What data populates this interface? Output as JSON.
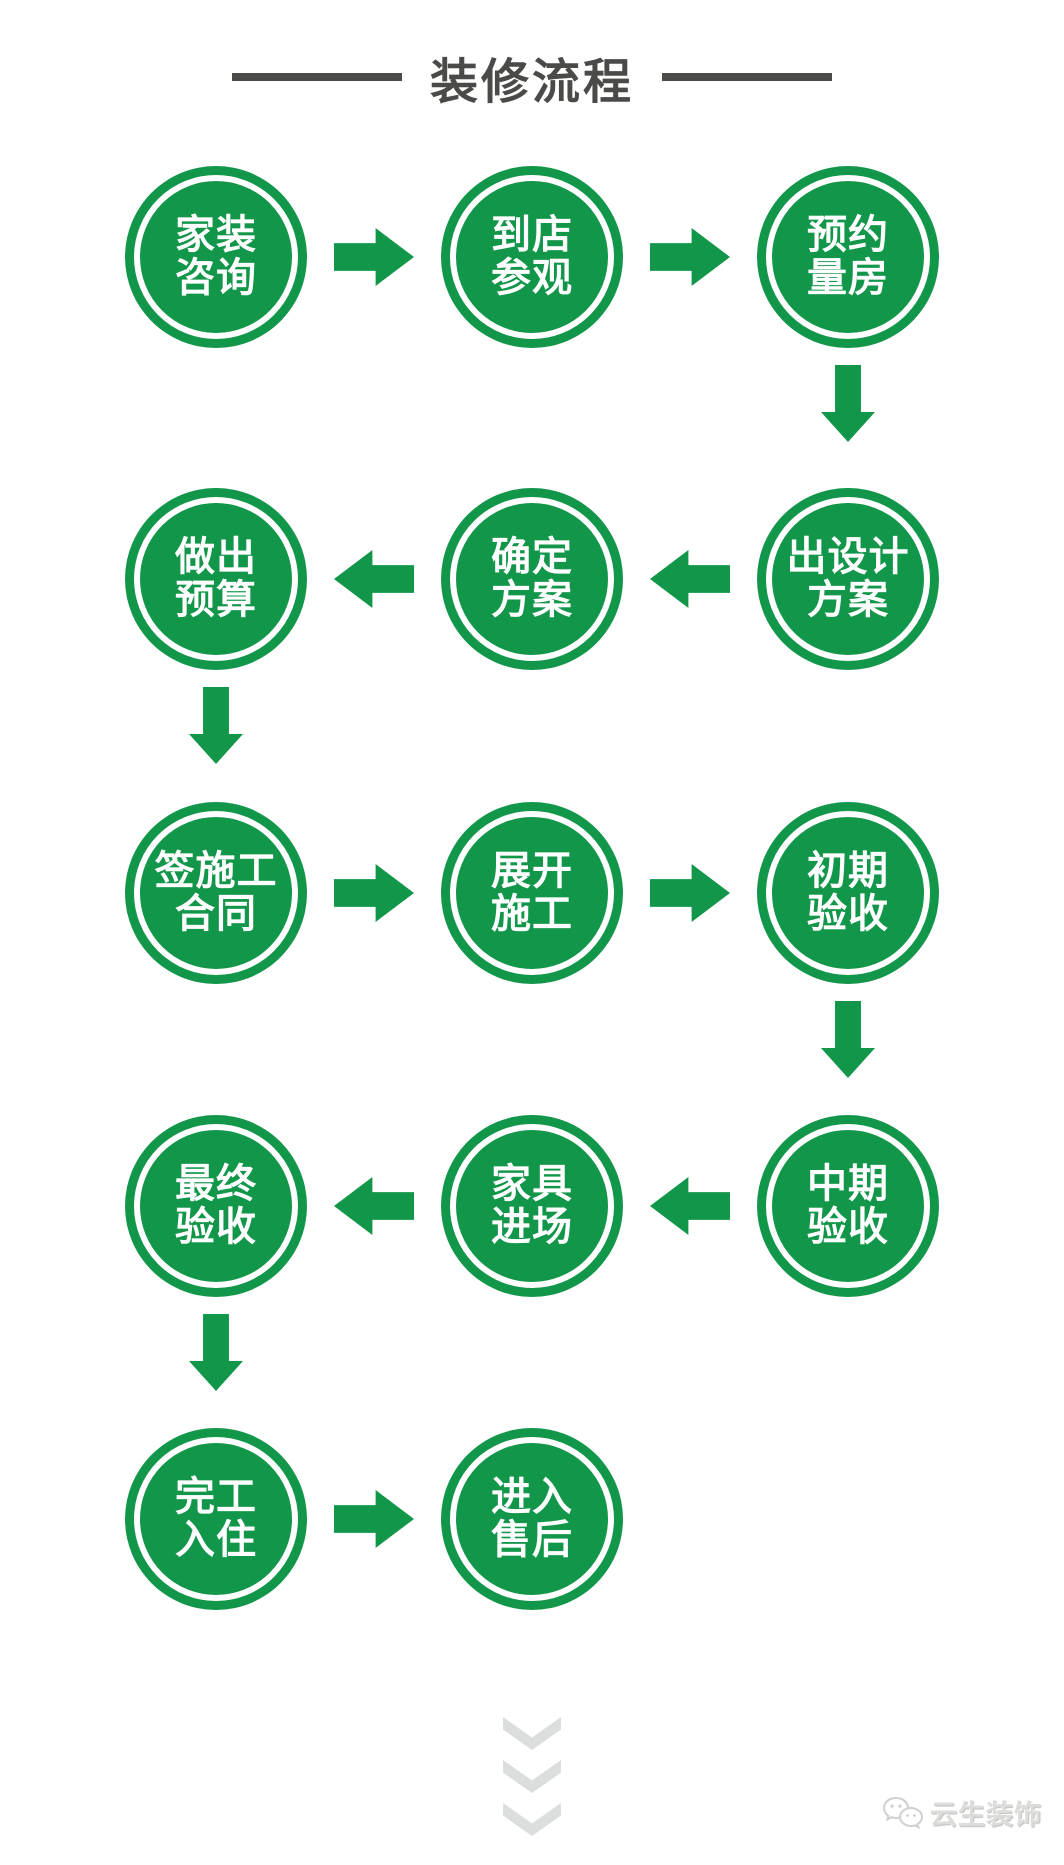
{
  "title": {
    "text": "装修流程"
  },
  "colors": {
    "accent_green": "#12964A",
    "title_gray": "#4A4A48",
    "chevron_gray": "#DCDDDD"
  },
  "steps": [
    {
      "id": "consult",
      "line1": "家装",
      "line2": "咨询"
    },
    {
      "id": "visit-store",
      "line1": "到店",
      "line2": "参观"
    },
    {
      "id": "book-measure",
      "line1": "预约",
      "line2": "量房"
    },
    {
      "id": "design-proposal",
      "line1": "出设计",
      "line2": "方案"
    },
    {
      "id": "confirm-plan",
      "line1": "确定",
      "line2": "方案"
    },
    {
      "id": "make-budget",
      "line1": "做出",
      "line2": "预算"
    },
    {
      "id": "sign-contract",
      "line1": "签施工",
      "line2": "合同"
    },
    {
      "id": "start-construction",
      "line1": "展开",
      "line2": "施工"
    },
    {
      "id": "initial-inspection",
      "line1": "初期",
      "line2": "验收"
    },
    {
      "id": "mid-inspection",
      "line1": "中期",
      "line2": "验收"
    },
    {
      "id": "furniture-entry",
      "line1": "家具",
      "line2": "进场"
    },
    {
      "id": "final-inspection",
      "line1": "最终",
      "line2": "验收"
    },
    {
      "id": "move-in",
      "line1": "完工",
      "line2": "入住"
    },
    {
      "id": "after-sales",
      "line1": "进入",
      "line2": "售后"
    }
  ],
  "watermark": {
    "text": "云生装饰",
    "icon": "wechat-icon"
  }
}
